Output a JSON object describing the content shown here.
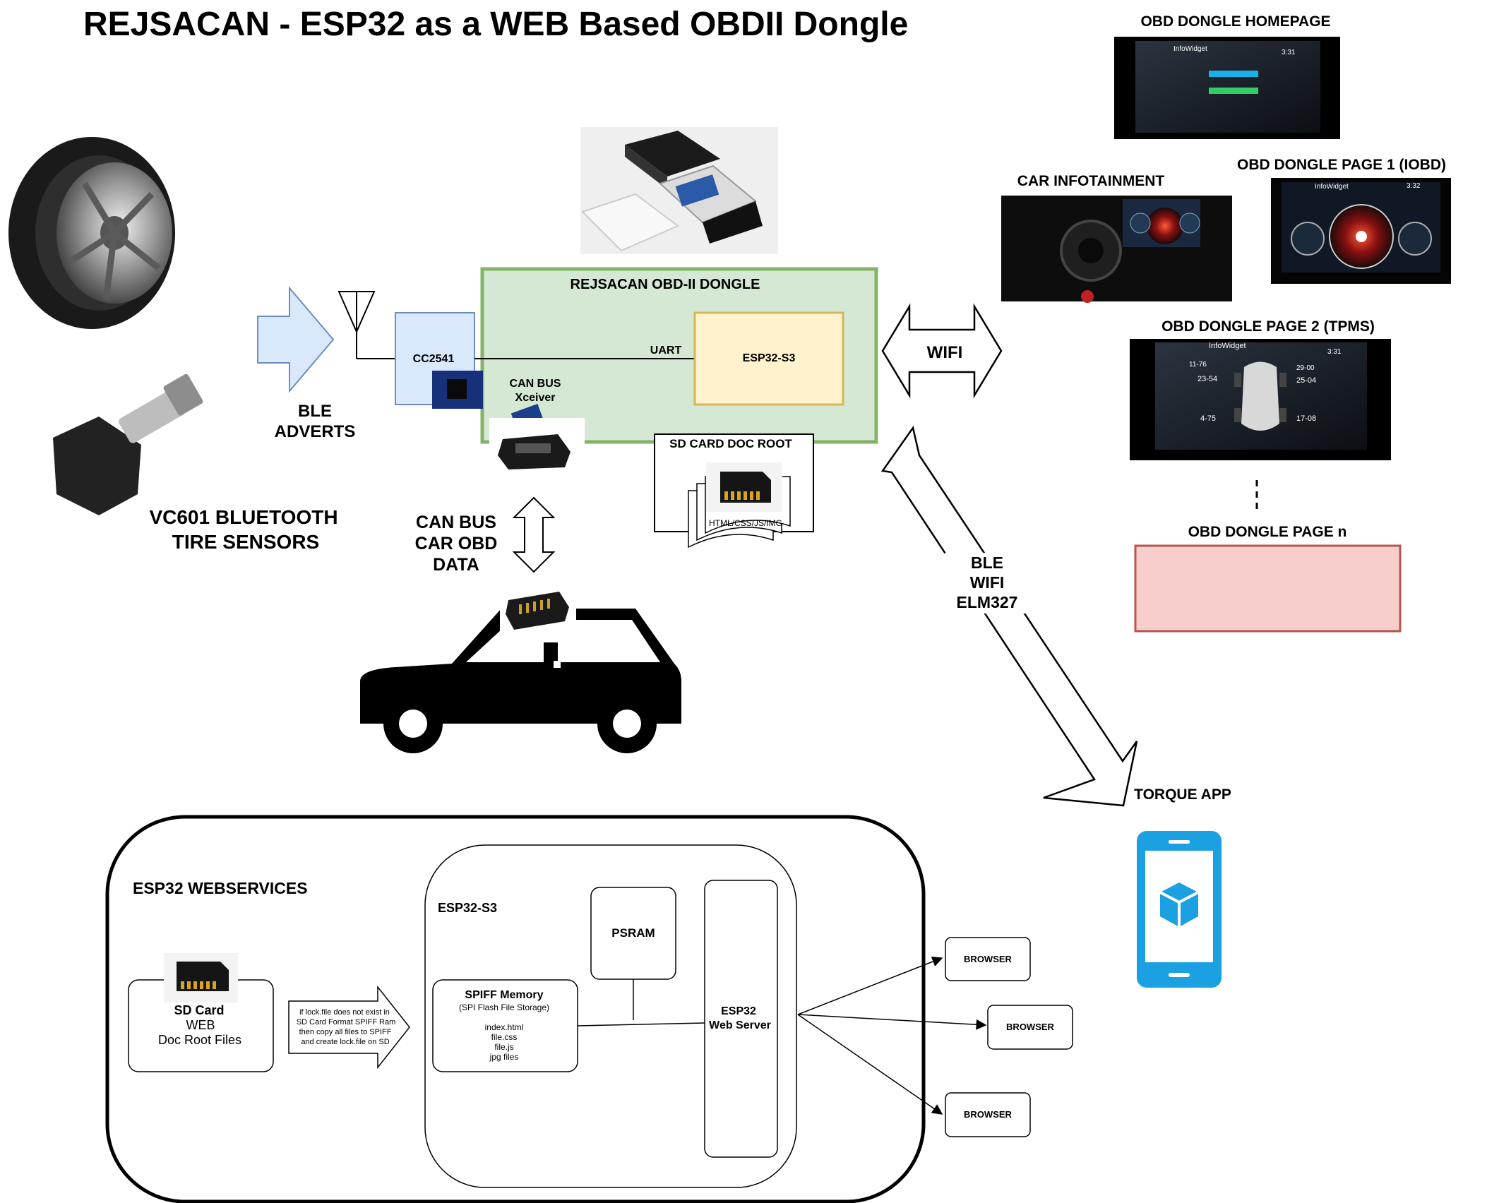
{
  "title": "REJSACAN - ESP32  as a WEB Based OBDII Dongle",
  "left": {
    "ble_adverts": [
      "BLE",
      "ADVERTS"
    ],
    "sensors_label": [
      "VC601 BLUETOOTH",
      "TIRE SENSORS"
    ]
  },
  "dongle": {
    "title": "REJSACAN OBD-II DONGLE",
    "cc2541": "CC2541",
    "uart": "UART",
    "esp32": "ESP32-S3",
    "can_xceiver": [
      "CAN BUS",
      "Xceiver"
    ],
    "sd_root": "SD CARD DOC ROOT",
    "sd_files": "HTML/CSS/JS/IMG"
  },
  "can_data": [
    "CAN BUS",
    "CAR OBD",
    "DATA"
  ],
  "wifi": "WIFI",
  "ble_wifi_elm": [
    "BLE",
    "WIFI",
    "ELM327"
  ],
  "right": {
    "homepage": "OBD DONGLE  HOMEPAGE",
    "infotainment": "CAR INFOTAINMENT",
    "page1": "OBD DONGLE PAGE 1 (IOBD)",
    "page2": "OBD DONGLE PAGE 2 (TPMS)",
    "pagen": "OBD DONGLE PAGE n",
    "torque": "TORQUE APP",
    "infowidget": "InfoWidget",
    "clock": [
      "3:31",
      "3:32",
      "3:31"
    ],
    "tpms": [
      "11-76",
      "23-54",
      "29-00",
      "25-04",
      "4-75",
      "17-08"
    ]
  },
  "webservices": {
    "title": "ESP32 WEBSERVICES",
    "sd_card": [
      "SD Card",
      "WEB",
      "Doc Root Files"
    ],
    "copy_note": [
      "if lock.file does not exist in",
      "SD Card Format SPIFF Ram",
      "then copy all files to SPIFF",
      "and create lock.file on SD"
    ],
    "esp32_label": "ESP32-S3",
    "psram": "PSRAM",
    "spiff_title": "SPIFF Memory",
    "spiff_sub": "(SPI Flash File Storage)",
    "spiff_files": [
      "index.html",
      "file.css",
      "file.js",
      "jpg files"
    ],
    "web_server": [
      "ESP32",
      "Web Server"
    ],
    "browsers": [
      "BROWSER",
      "BROWSER",
      "BROWSER"
    ]
  },
  "colors": {
    "dongle_fill": "#d5e8d4",
    "dongle_stroke": "#82b366",
    "cc_fill": "#dae8fc",
    "cc_stroke": "#6c8ebf",
    "esp_fill": "#fff2cc",
    "esp_stroke": "#d6b656",
    "pagen_fill": "#f8cecc",
    "pagen_stroke": "#b85450",
    "phone": "#1ba1e2"
  }
}
